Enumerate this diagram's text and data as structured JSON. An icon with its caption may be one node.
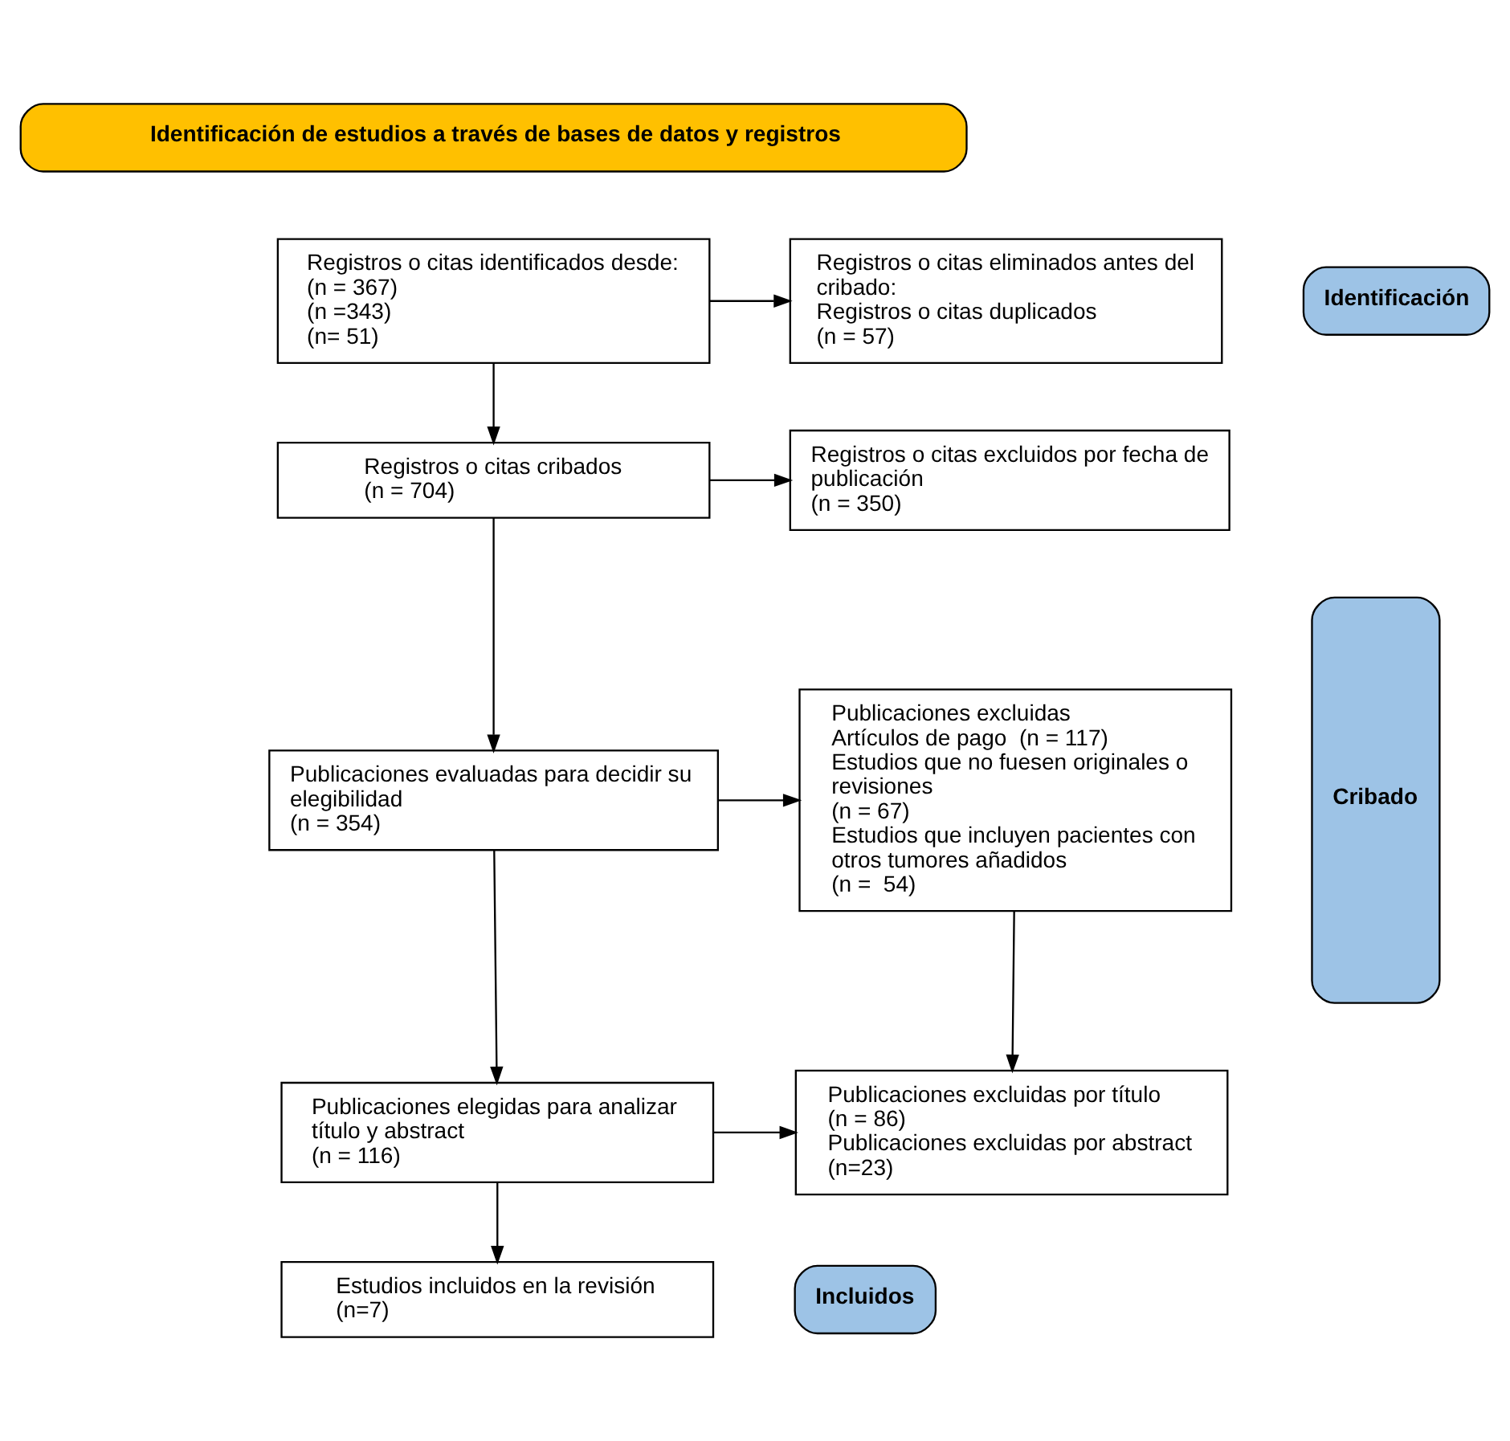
{
  "diagram": {
    "nodes": [
      {
        "text": [
          "Identificación de estudios a través de bases de datos y registros"
        ]
      },
      {
        "text": [
          "Identificación"
        ]
      },
      {
        "text": [
          "Registros o citas identificados desde:",
          "(n = 367)",
          "(n =343)",
          "(n= 51)"
        ]
      },
      {
        "text": [
          "Registros o citas eliminados antes del cribado:",
          "Registros o citas duplicados",
          "(n = 57)"
        ]
      },
      {
        "text": [
          "Cribado"
        ]
      },
      {
        "text": [
          "Registros o citas cribados",
          "(n = 704)"
        ]
      },
      {
        "text": [
          "Registros o citas excluidos por fecha de publicación",
          "(n = 350)"
        ]
      },
      {
        "text": [
          "Publicaciones evaluadas para decidir su elegibilidad",
          "(n = 354)"
        ]
      },
      {
        "text": [
          "Publicaciones excluidas",
          "Artículos de pago  (n = 117)",
          "Estudios que no fuesen originales o revisiones",
          "(n = 67)",
          "Estudios que incluyen pacientes con otros tumores añadidos",
          "(n =  54)"
        ]
      },
      {
        "text": [
          "Publicaciones elegidas para analizar título y abstract",
          "(n = 116)"
        ]
      },
      {
        "text": [
          "Publicaciones excluidas por título",
          "(n = 86)",
          "Publicaciones excluidas por abstract",
          "(n=23)"
        ]
      },
      {
        "text": [
          "Incluidos"
        ]
      },
      {
        "text": [
          "Estudios incluidos en la revisión",
          "(n=7)"
        ]
      }
    ],
    "edges": [
      {
        "from": 2,
        "to": 3,
        "arrow": "to"
      },
      {
        "from": 2,
        "to": 5,
        "arrow": "to"
      },
      {
        "from": 5,
        "to": 6,
        "arrow": "to"
      },
      {
        "from": 5,
        "to": 7,
        "arrow": "to"
      },
      {
        "from": 7,
        "to": 8,
        "arrow": "to"
      },
      {
        "from": 7,
        "to": 9,
        "arrow": "to"
      },
      {
        "from": 8,
        "to": 10,
        "arrow": "to"
      },
      {
        "from": 9,
        "to": 10,
        "arrow": "to"
      },
      {
        "from": 9,
        "to": 12,
        "arrow": "to"
      }
    ]
  }
}
